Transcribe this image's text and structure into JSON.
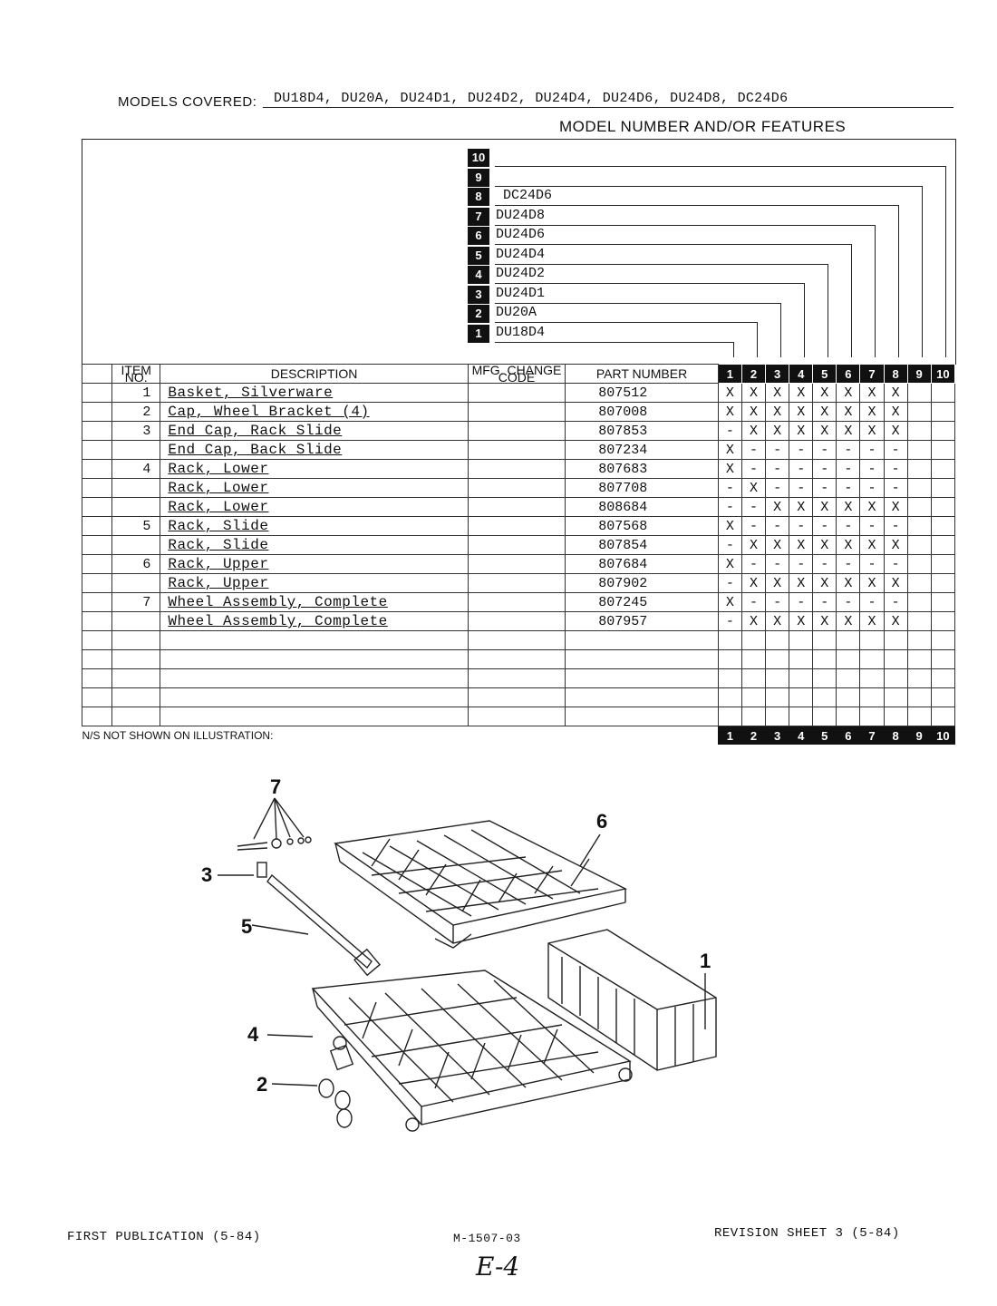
{
  "header": {
    "models_label": "MODELS COVERED:",
    "models_value": "DU18D4, DU20A, DU24D1, DU24D2, DU24D4, DU24D6, DU24D8, DC24D6",
    "feature_heading": "MODEL NUMBER AND/OR FEATURES"
  },
  "model_columns": [
    {
      "num": "1",
      "model": "DU18D4"
    },
    {
      "num": "2",
      "model": "DU20A"
    },
    {
      "num": "3",
      "model": "DU24D1"
    },
    {
      "num": "4",
      "model": "DU24D2"
    },
    {
      "num": "5",
      "model": "DU24D4"
    },
    {
      "num": "6",
      "model": "DU24D6"
    },
    {
      "num": "7",
      "model": "DU24D8"
    },
    {
      "num": "8",
      "model": "DC24D6"
    },
    {
      "num": "9",
      "model": ""
    },
    {
      "num": "10",
      "model": ""
    }
  ],
  "table": {
    "headers": {
      "item": "ITEM NO.",
      "description": "DESCRIPTION",
      "mfg": "MFG. CHANGE CODE",
      "part": "PART NUMBER"
    },
    "rows": [
      {
        "item": "1",
        "desc": "Basket, Silverware",
        "part": "807512",
        "marks": [
          "X",
          "X",
          "X",
          "X",
          "X",
          "X",
          "X",
          "X",
          "",
          ""
        ]
      },
      {
        "item": "2",
        "desc": "Cap, Wheel Bracket (4)",
        "part": "807008",
        "marks": [
          "X",
          "X",
          "X",
          "X",
          "X",
          "X",
          "X",
          "X",
          "",
          ""
        ]
      },
      {
        "item": "3",
        "desc": "End Cap, Rack Slide",
        "part": "807853",
        "marks": [
          "-",
          "X",
          "X",
          "X",
          "X",
          "X",
          "X",
          "X",
          "",
          ""
        ]
      },
      {
        "item": "",
        "desc": "End Cap, Back Slide",
        "part": "807234",
        "marks": [
          "X",
          "-",
          "-",
          "-",
          "-",
          "-",
          "-",
          "-",
          "",
          ""
        ]
      },
      {
        "item": "4",
        "desc": "Rack, Lower",
        "part": "807683",
        "marks": [
          "X",
          "-",
          "-",
          "-",
          "-",
          "-",
          "-",
          "-",
          "",
          ""
        ]
      },
      {
        "item": "",
        "desc": "Rack, Lower",
        "part": "807708",
        "marks": [
          "-",
          "X",
          "-",
          "-",
          "-",
          "-",
          "-",
          "-",
          "",
          ""
        ]
      },
      {
        "item": "",
        "desc": "Rack, Lower",
        "part": "808684",
        "marks": [
          "-",
          "-",
          "X",
          "X",
          "X",
          "X",
          "X",
          "X",
          "",
          ""
        ]
      },
      {
        "item": "5",
        "desc": "Rack, Slide",
        "part": "807568",
        "marks": [
          "X",
          "-",
          "-",
          "-",
          "-",
          "-",
          "-",
          "-",
          "",
          ""
        ]
      },
      {
        "item": "",
        "desc": "Rack, Slide",
        "part": "807854",
        "marks": [
          "-",
          "X",
          "X",
          "X",
          "X",
          "X",
          "X",
          "X",
          "",
          ""
        ]
      },
      {
        "item": "6",
        "desc": "Rack, Upper",
        "part": "807684",
        "marks": [
          "X",
          "-",
          "-",
          "-",
          "-",
          "-",
          "-",
          "-",
          "",
          ""
        ]
      },
      {
        "item": "",
        "desc": "Rack, Upper",
        "part": "807902",
        "marks": [
          "-",
          "X",
          "X",
          "X",
          "X",
          "X",
          "X",
          "X",
          "",
          ""
        ]
      },
      {
        "item": "7",
        "desc": "Wheel Assembly, Complete",
        "part": "807245",
        "marks": [
          "X",
          "-",
          "-",
          "-",
          "-",
          "-",
          "-",
          "-",
          "",
          ""
        ]
      },
      {
        "item": "",
        "desc": "Wheel Assembly, Complete",
        "part": "807957",
        "marks": [
          "-",
          "X",
          "X",
          "X",
          "X",
          "X",
          "X",
          "X",
          "",
          ""
        ]
      },
      {
        "item": "",
        "desc": "",
        "part": "",
        "marks": [
          "",
          "",
          "",
          "",
          "",
          "",
          "",
          "",
          "",
          ""
        ]
      },
      {
        "item": "",
        "desc": "",
        "part": "",
        "marks": [
          "",
          "",
          "",
          "",
          "",
          "",
          "",
          "",
          "",
          ""
        ]
      },
      {
        "item": "",
        "desc": "",
        "part": "",
        "marks": [
          "",
          "",
          "",
          "",
          "",
          "",
          "",
          "",
          "",
          ""
        ]
      },
      {
        "item": "",
        "desc": "",
        "part": "",
        "marks": [
          "",
          "",
          "",
          "",
          "",
          "",
          "",
          "",
          "",
          ""
        ]
      },
      {
        "item": "",
        "desc": "",
        "part": "",
        "marks": [
          "",
          "",
          "",
          "",
          "",
          "",
          "",
          "",
          "",
          ""
        ]
      }
    ],
    "ns_label": "N/S NOT SHOWN ON ILLUSTRATION:"
  },
  "illustration": {
    "callouts": [
      "1",
      "2",
      "3",
      "4",
      "5",
      "6",
      "7"
    ]
  },
  "footer": {
    "left": "FIRST PUBLICATION (5-84)",
    "center": "M-1507-03",
    "right": "REVISION SHEET 3 (5-84)",
    "handwritten": "E-4"
  }
}
